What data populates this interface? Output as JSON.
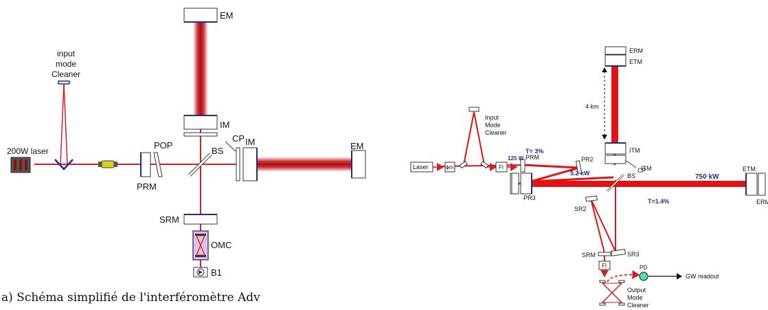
{
  "colors": {
    "beam": "#d81e1e",
    "mirror_edge": "#1c2a9a",
    "text": "#111111",
    "readout_arrow": "#111111"
  },
  "left": {
    "labels": {
      "input_mode_cleaner": [
        "input",
        "mode",
        "Cleaner"
      ],
      "laser": "200W laser",
      "pop": "POP",
      "prm": "PRM",
      "bs": "BS",
      "cp": "CP",
      "im_top": "IM",
      "im_right": "IM",
      "em_top": "EM",
      "em_right": "EM",
      "srm": "SRM",
      "omc": "OMC",
      "b1": "B1"
    }
  },
  "right": {
    "labels": {
      "input_mode_cleaner": [
        "Input",
        "Mode",
        "Cleaner"
      ],
      "laser": "Laser",
      "phi": "ϕm",
      "fi_in": "FI",
      "power_125": "125 W",
      "t_prm": "T= 3%",
      "prm": "PRM",
      "pr2": "PR2",
      "pr3": "PR3",
      "power_52": "5.2 kW",
      "bs": "BS",
      "erm_top": "ERM",
      "etm_top": "ETM",
      "arm_length": "4 km",
      "itm_top": "ITM",
      "cp": "CP",
      "itm_right": "ITM",
      "power_750": "750 kW",
      "t_itm": "T=1.4%",
      "etm_right": "ETM",
      "erm_right": "ERM",
      "sr2": "SR2",
      "sr3": "SR3",
      "srm": "SRM",
      "fi_out": "FI",
      "pd": "PD",
      "gw_readout": "GW readout",
      "output_mode_cleaner": [
        "Output",
        "Mode",
        "Cleaner"
      ]
    }
  },
  "caption": "a)  Schéma simplifié de l'interféromètre Adv"
}
